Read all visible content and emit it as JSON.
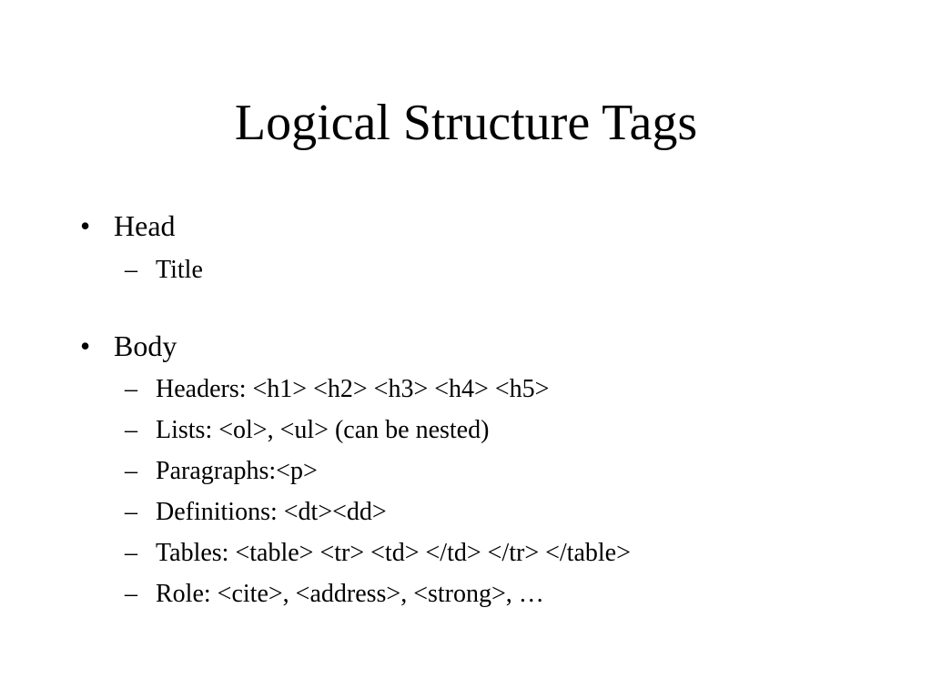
{
  "slide": {
    "title": "Logical Structure Tags",
    "bullet_marker": "•",
    "sub_marker": "–",
    "items": [
      {
        "label": "Head",
        "subitems": [
          "Title"
        ]
      },
      {
        "label": "Body",
        "subitems": [
          "Headers: <h1> <h2> <h3> <h4> <h5>",
          "Lists: <ol>, <ul> (can be nested)",
          "Paragraphs:<p>",
          "Definitions: <dt><dd>",
          "Tables: <table> <tr> <td> </td> </tr> </table>",
          "Role: <cite>, <address>, <strong>, …"
        ]
      }
    ]
  }
}
